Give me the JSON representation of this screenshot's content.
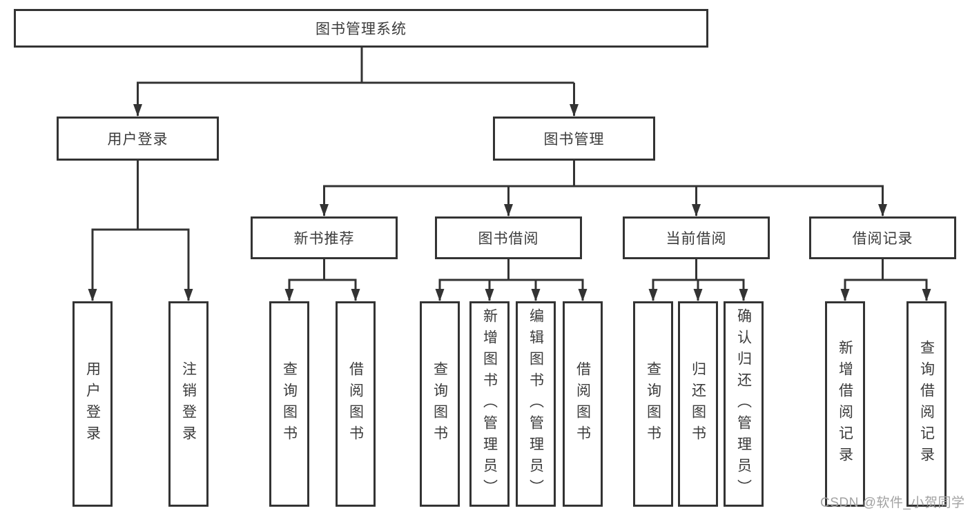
{
  "diagram_title": "图书管理系统",
  "nodes": {
    "root": {
      "label": "图书管理系统"
    },
    "l2": [
      {
        "label": "用户登录"
      },
      {
        "label": "图书管理"
      }
    ],
    "l3": [
      {
        "label": "新书推荐",
        "parent": "图书管理"
      },
      {
        "label": "图书借阅",
        "parent": "图书管理"
      },
      {
        "label": "当前借阅",
        "parent": "图书管理"
      },
      {
        "label": "借阅记录",
        "parent": "图书管理"
      }
    ],
    "leaves": [
      {
        "label": "用户登录",
        "parent": "用户登录"
      },
      {
        "label": "注销登录",
        "parent": "用户登录"
      },
      {
        "label": "查询图书",
        "parent": "新书推荐"
      },
      {
        "label": "借阅图书",
        "parent": "新书推荐"
      },
      {
        "label": "查询图书",
        "parent": "图书借阅"
      },
      {
        "label": "新增图书（管理员）",
        "parent": "图书借阅"
      },
      {
        "label": "编辑图书（管理员）",
        "parent": "图书借阅"
      },
      {
        "label": "借阅图书",
        "parent": "图书借阅"
      },
      {
        "label": "查询图书",
        "parent": "当前借阅"
      },
      {
        "label": "归还图书",
        "parent": "当前借阅"
      },
      {
        "label": "确认归还（管理员）",
        "parent": "当前借阅"
      },
      {
        "label": "新增借阅记录",
        "parent": "借阅记录"
      },
      {
        "label": "查询借阅记录",
        "parent": "借阅记录"
      }
    ]
  },
  "watermark": "CSDN @软件_小贺同学",
  "colors": {
    "line": "#333333",
    "box_border": "#333333",
    "text": "#3b3b3b",
    "watermark": "#a2a2a2",
    "background": "#ffffff"
  }
}
